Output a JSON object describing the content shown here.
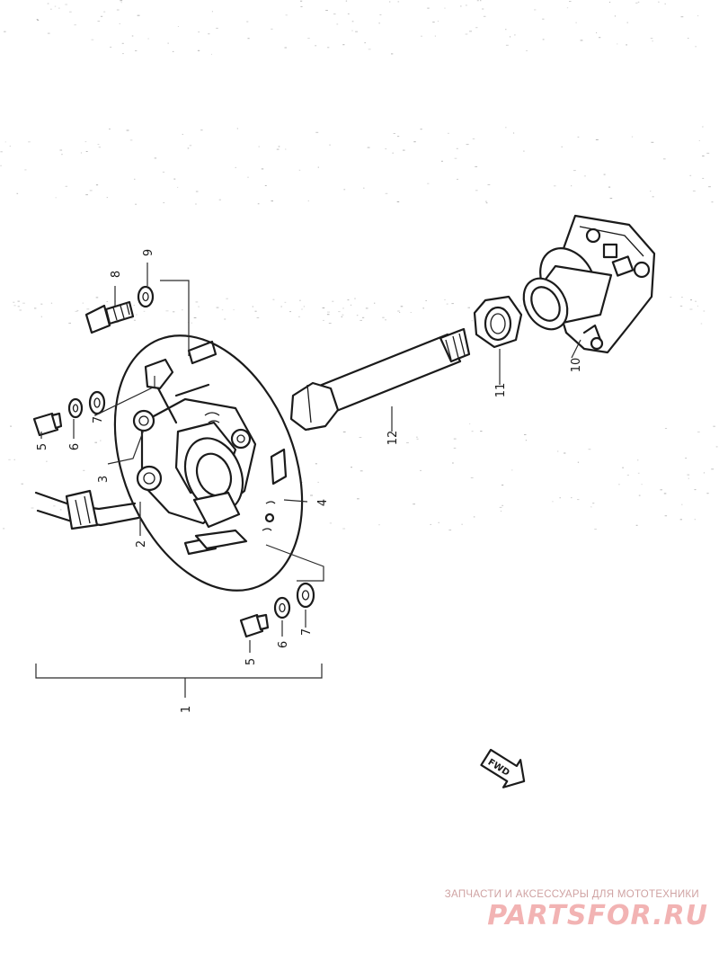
{
  "diagram": {
    "callouts": [
      {
        "id": "c1",
        "label": "1"
      },
      {
        "id": "c2",
        "label": "2"
      },
      {
        "id": "c3",
        "label": "3"
      },
      {
        "id": "c4",
        "label": "4"
      },
      {
        "id": "c5a",
        "label": "5"
      },
      {
        "id": "c5b",
        "label": "5"
      },
      {
        "id": "c6a",
        "label": "6"
      },
      {
        "id": "c6b",
        "label": "6"
      },
      {
        "id": "c7a",
        "label": "7"
      },
      {
        "id": "c7b",
        "label": "7"
      },
      {
        "id": "c8",
        "label": "8"
      },
      {
        "id": "c9",
        "label": "9"
      },
      {
        "id": "c10",
        "label": "10"
      },
      {
        "id": "c11",
        "label": "11"
      },
      {
        "id": "c12",
        "label": "12"
      }
    ],
    "fwd_label": "FWD"
  },
  "watermark": {
    "tagline": "ЗАПЧАСТИ И АКСЕССУАРЫ ДЛЯ МОТОТЕХНИКИ",
    "logo": "PARTSFOR.RU"
  }
}
